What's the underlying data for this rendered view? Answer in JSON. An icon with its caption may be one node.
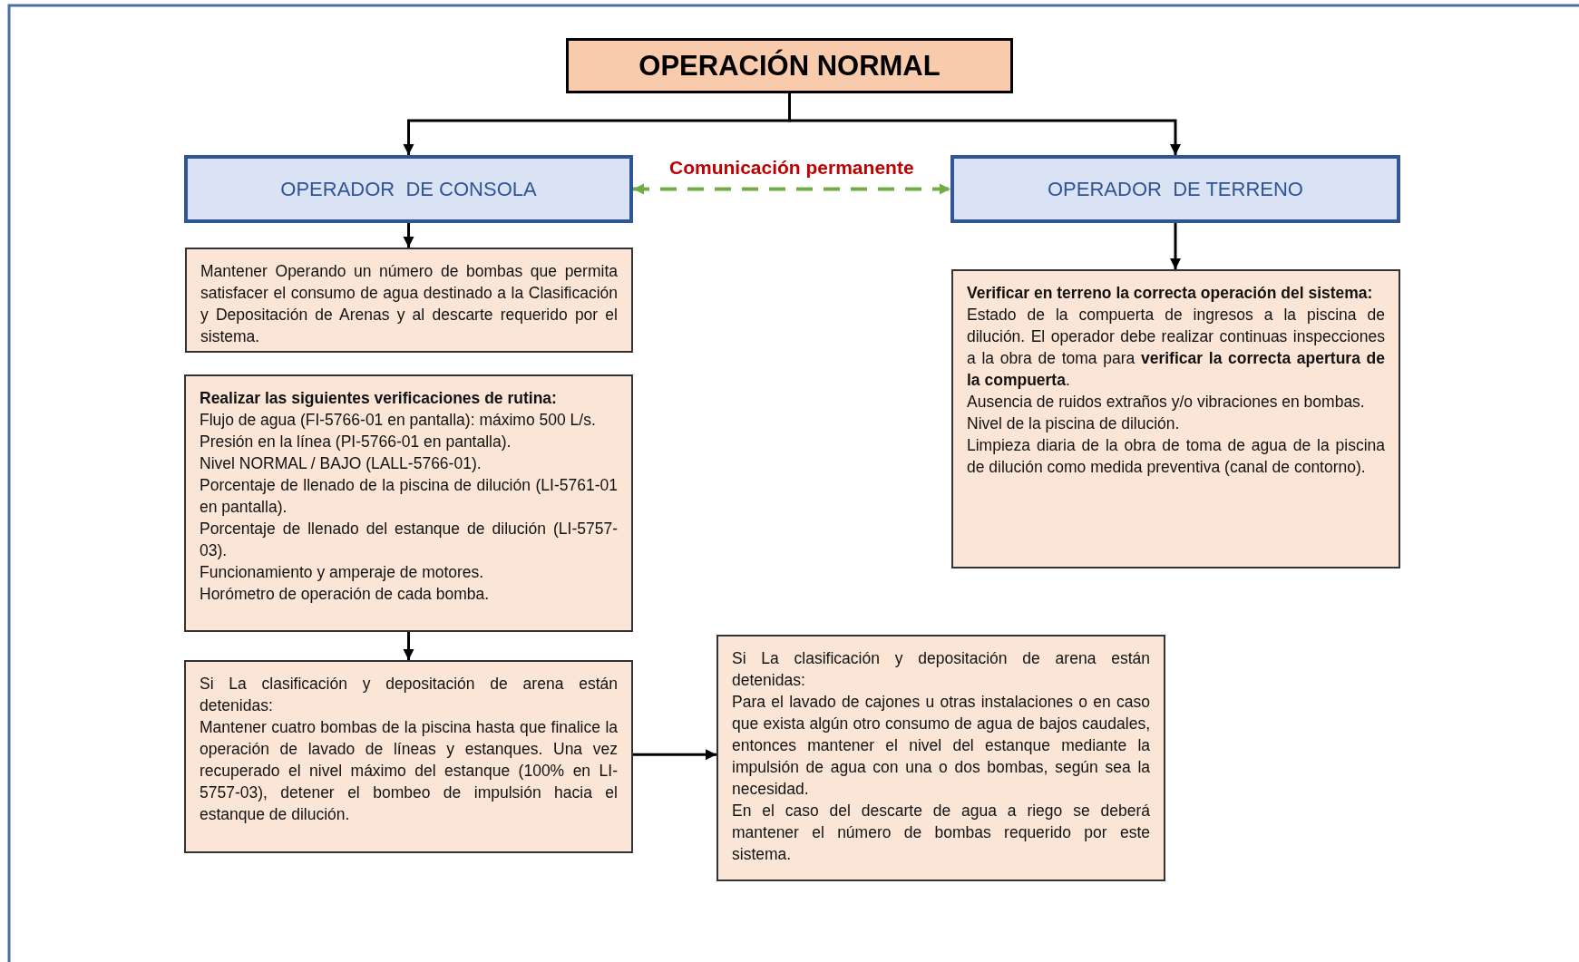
{
  "diagram": {
    "nodes": [
      {
        "text": [
          "OPERACIÓN NORMAL"
        ]
      },
      {
        "text": [
          "OPERADOR  DE CONSOLA"
        ]
      },
      {
        "text": [
          "OPERADOR  DE TERRENO"
        ]
      },
      {
        "text": [
          "Mantener Operando un número de bombas que permita satisfacer el consumo de agua destinado a la Clasificación y Depositación de Arenas y al descarte requerido por el sistema."
        ]
      },
      {
        "text": [
          "Verificar en terreno la correcta operación del sistema:",
          "Estado de la compuerta de ingresos a la piscina de dilución. El operador debe realizar continuas inspecciones a la obra de toma para **verificar la correcta apertura de la compuerta**.",
          "Ausencia de ruidos extraños y/o vibraciones en bombas.",
          "Nivel de la piscina de dilución.",
          "Limpieza diaria de la obra de toma de agua de la piscina de dilución como medida preventiva (canal de contorno)."
        ]
      },
      {
        "text": [
          "Realizar las siguientes verificaciones de rutina:",
          "Flujo de agua (FI-5766-01 en pantalla): máximo 500 L/s.",
          "Presión en la línea (PI-5766-01 en pantalla).",
          "Nivel NORMAL / BAJO (LALL-5766-01).",
          "Porcentaje de llenado de la piscina de dilución (LI-5761-01 en pantalla).",
          "Porcentaje de llenado del estanque de dilución (LI-5757-03).",
          "Funcionamiento y amperaje de motores.",
          "Horómetro de operación de cada bomba."
        ]
      },
      {
        "text": [
          "Si La clasificación y depositación de arena están detenidas:",
          "Mantener cuatro bombas de la piscina hasta que finalice la operación de lavado de líneas y estanques. Una vez recuperado el nivel máximo del estanque (100% en LI-5757-03), detener el bombeo de impulsión hacia el estanque de dilución."
        ]
      },
      {
        "text": [
          "Si La clasificación y depositación de arena están detenidas:",
          "Para el lavado de cajones u otras instalaciones o en caso que exista algún otro consumo de agua de bajos caudales, entonces mantener el nivel del estanque mediante la impulsión de agua con una o dos bombas, según sea la necesidad.",
          "En el caso del descarte de agua a riego se deberá mantener el número de bombas requerido por este sistema."
        ]
      }
    ],
    "edges": [
      {
        "from": 0,
        "to": 1,
        "arrow": "to"
      },
      {
        "from": 0,
        "to": 2,
        "arrow": "to"
      },
      {
        "from": 1,
        "to": 2,
        "arrow": "both",
        "label": "Comunicación permanente",
        "style": "dashed",
        "color": "#70ad47"
      },
      {
        "from": 1,
        "to": 3,
        "arrow": "to"
      },
      {
        "from": 2,
        "to": 4,
        "arrow": "to"
      },
      {
        "from": 5,
        "to": 6,
        "arrow": "to"
      },
      {
        "from": 6,
        "to": 7,
        "arrow": "to"
      }
    ]
  }
}
